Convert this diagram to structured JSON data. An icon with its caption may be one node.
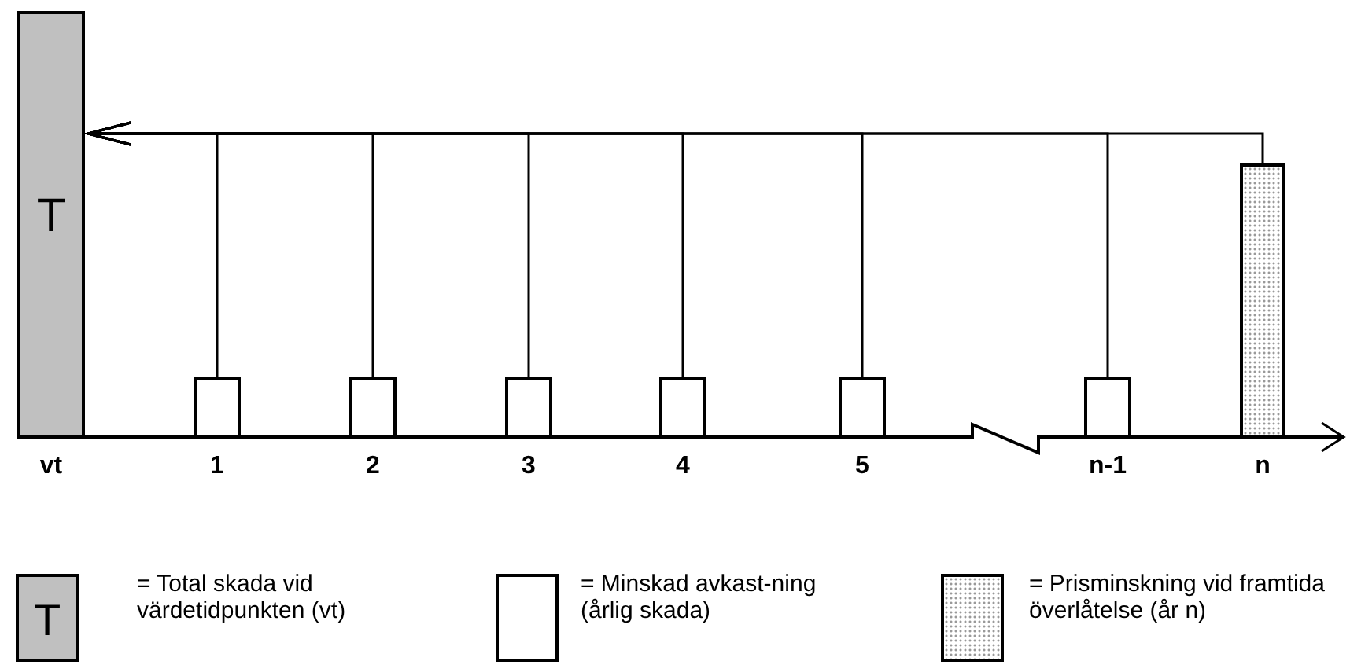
{
  "diagram": {
    "nodes": [
      {
        "text": [
          "T"
        ],
        "beside": [
          "vt"
        ]
      },
      {
        "text": [],
        "shape": "box",
        "beside": [
          "1"
        ]
      },
      {
        "text": [],
        "shape": "box",
        "beside": [
          "2"
        ]
      },
      {
        "text": [],
        "shape": "box",
        "beside": [
          "3"
        ]
      },
      {
        "text": [],
        "shape": "box",
        "beside": [
          "4"
        ]
      },
      {
        "text": [],
        "shape": "box",
        "beside": [
          "5"
        ]
      },
      {
        "text": [],
        "shape": "box",
        "beside": [
          "n-1"
        ]
      },
      {
        "text": [],
        "shape": "bar",
        "beside": [
          "n"
        ]
      }
    ],
    "edges": [
      {
        "from": 1,
        "to": 0,
        "arrow": "to"
      },
      {
        "from": 2,
        "to": 0,
        "arrow": "to"
      },
      {
        "from": 3,
        "to": 0,
        "arrow": "to"
      },
      {
        "from": 4,
        "to": 0,
        "arrow": "to"
      },
      {
        "from": 5,
        "to": 0,
        "arrow": "to"
      },
      {
        "from": 6,
        "to": 0,
        "arrow": "to"
      },
      {
        "from": 7,
        "to": 0,
        "arrow": "to"
      }
    ],
    "labels": [
      "T"
    ],
    "legend": [
      {
        "text": "= Total skada vid värdetidpunkten (vt)",
        "color": "#c0c0c0"
      },
      {
        "text": "= Minskad avkast-ning (årlig skada)",
        "color": "#ffffff"
      },
      {
        "text": "= Prisminskning vid framtida överlåtelse (år n)"
      }
    ]
  }
}
